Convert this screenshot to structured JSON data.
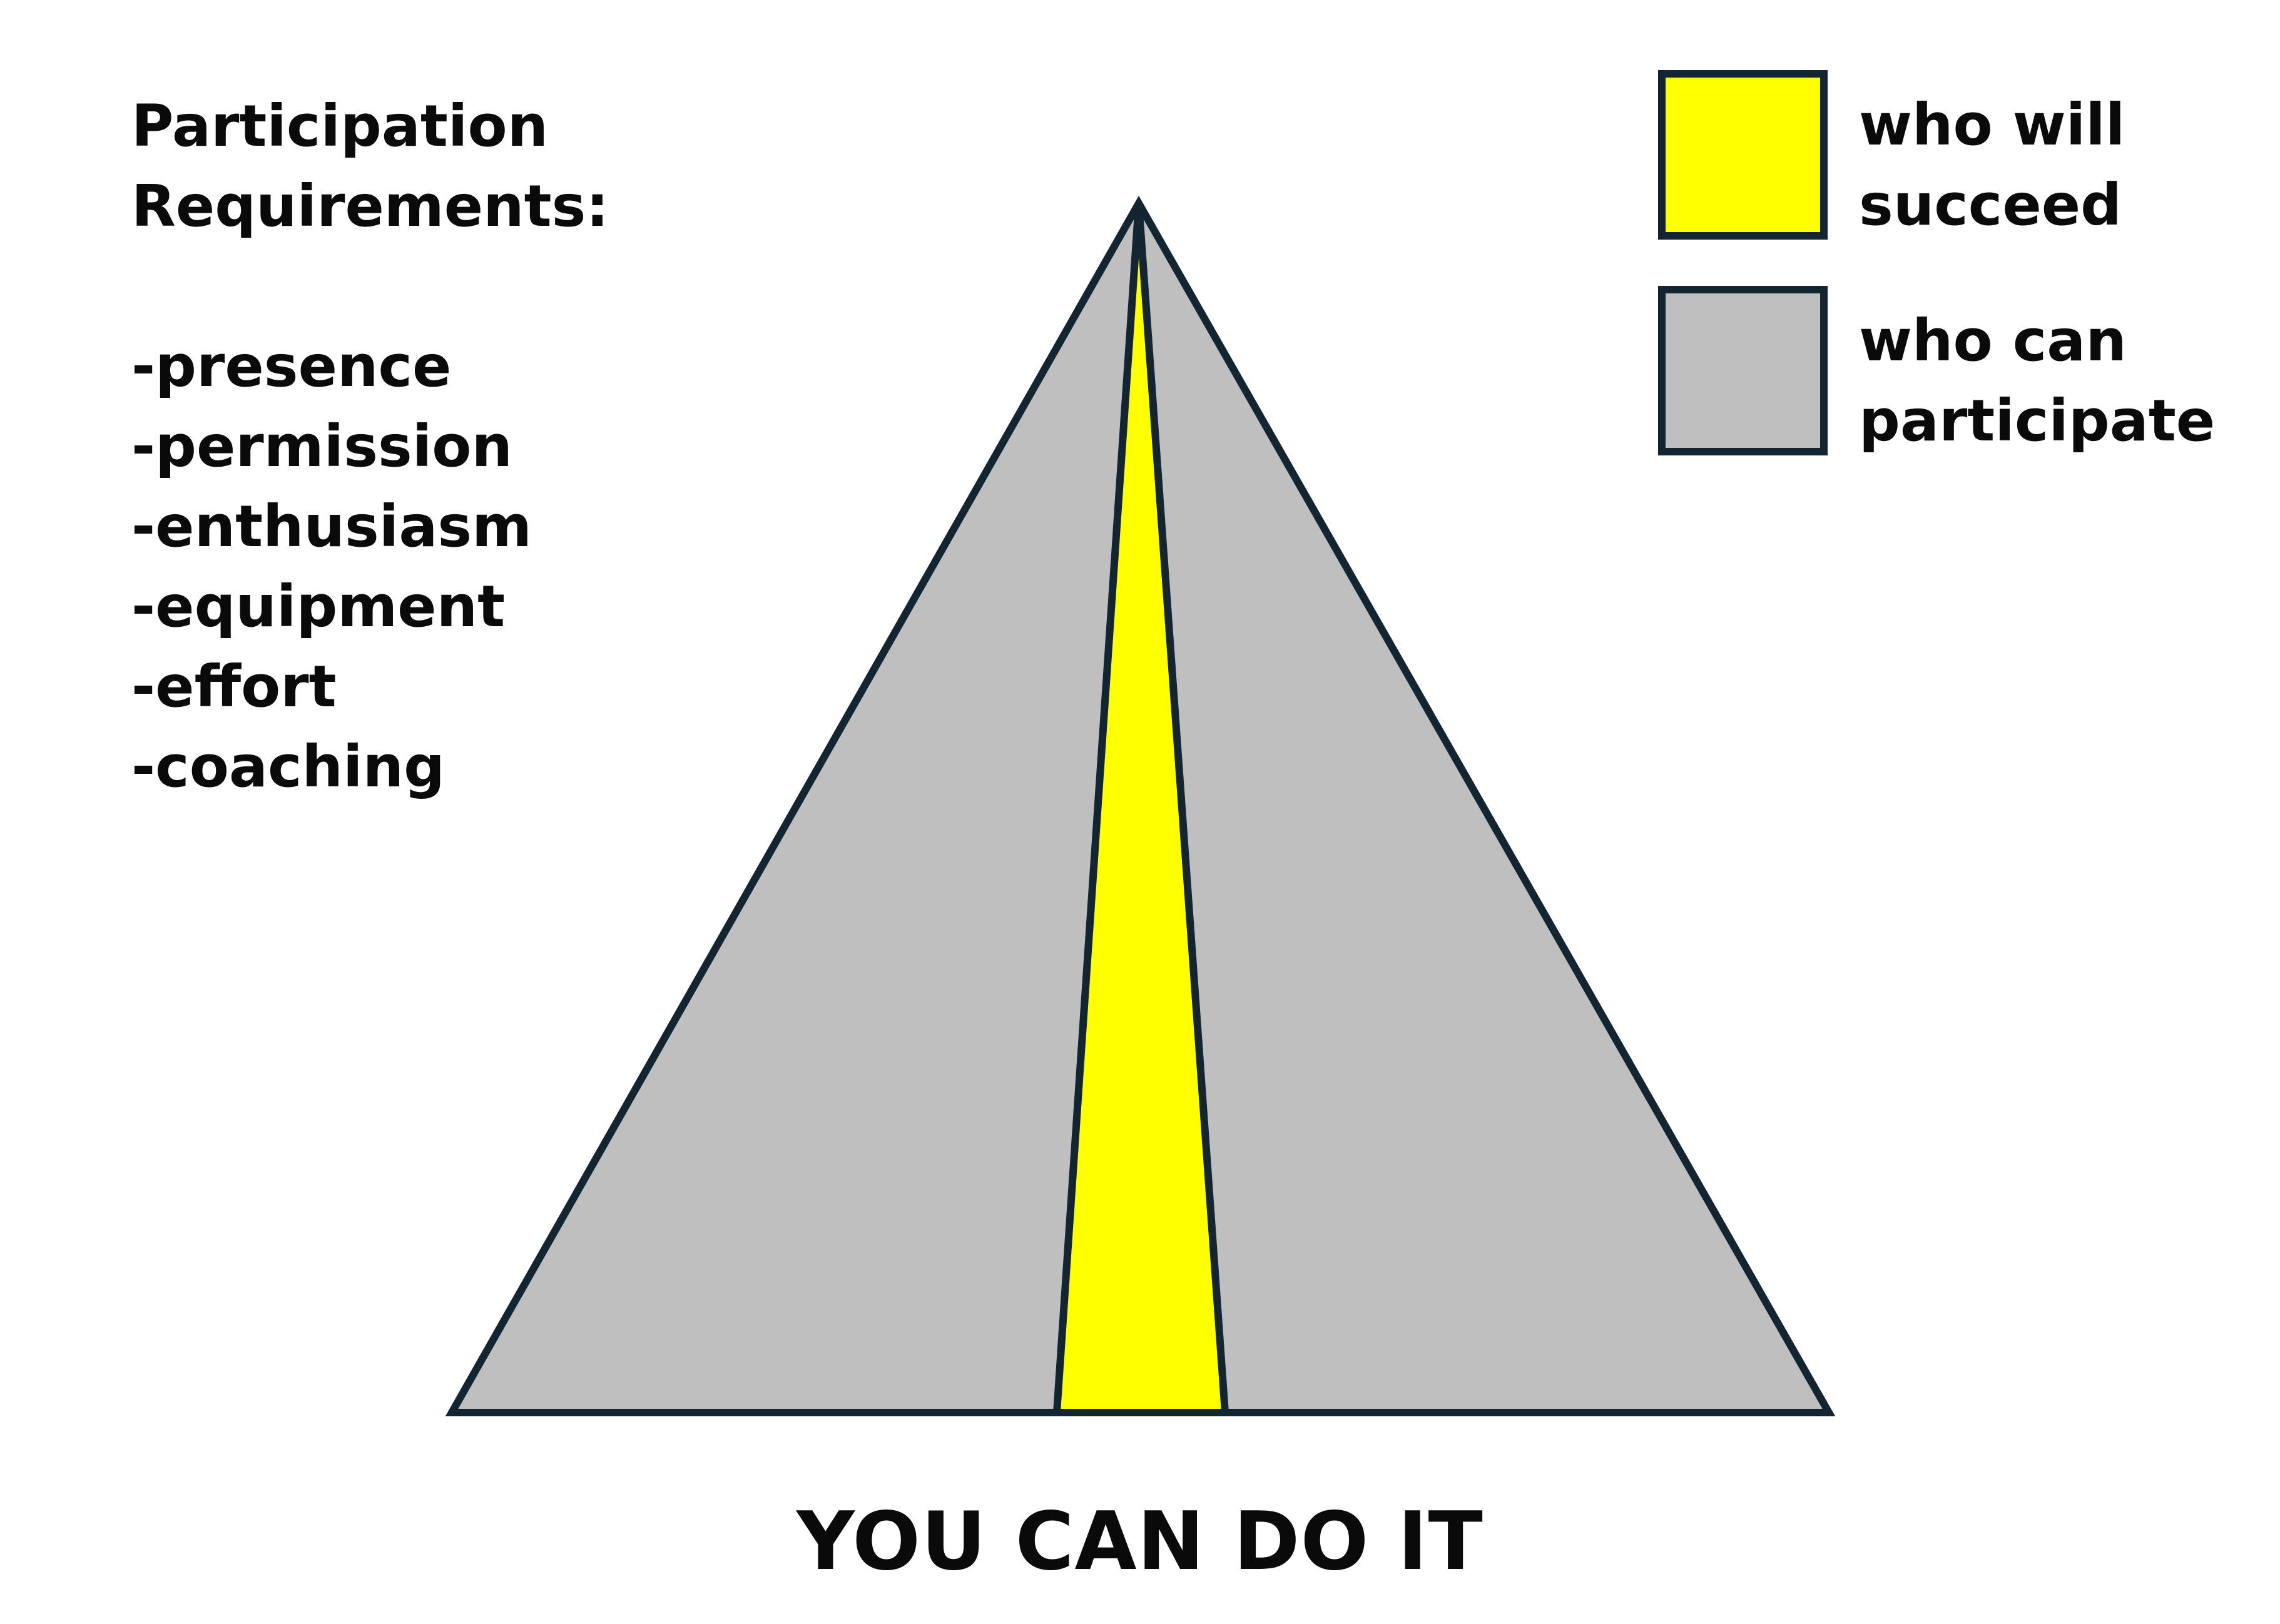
{
  "requirements": {
    "heading_line1": "Participation",
    "heading_line2": "Requirements:",
    "items": [
      "-presence",
      "-permission",
      "-enthusiasm",
      "-equipment",
      "-effort",
      "-coaching"
    ]
  },
  "legend": {
    "succeed": {
      "line1": "who will",
      "line2": "succeed",
      "color": "#ffff00"
    },
    "participate": {
      "line1": "who can",
      "line2": "participate",
      "color": "#bfbfbf"
    }
  },
  "footer": {
    "title": "YOU CAN DO IT"
  },
  "colors": {
    "outline": "#132530",
    "pyramid_fill": "#bfbfbf",
    "success_fill": "#ffff00",
    "background": "#ffffff"
  }
}
